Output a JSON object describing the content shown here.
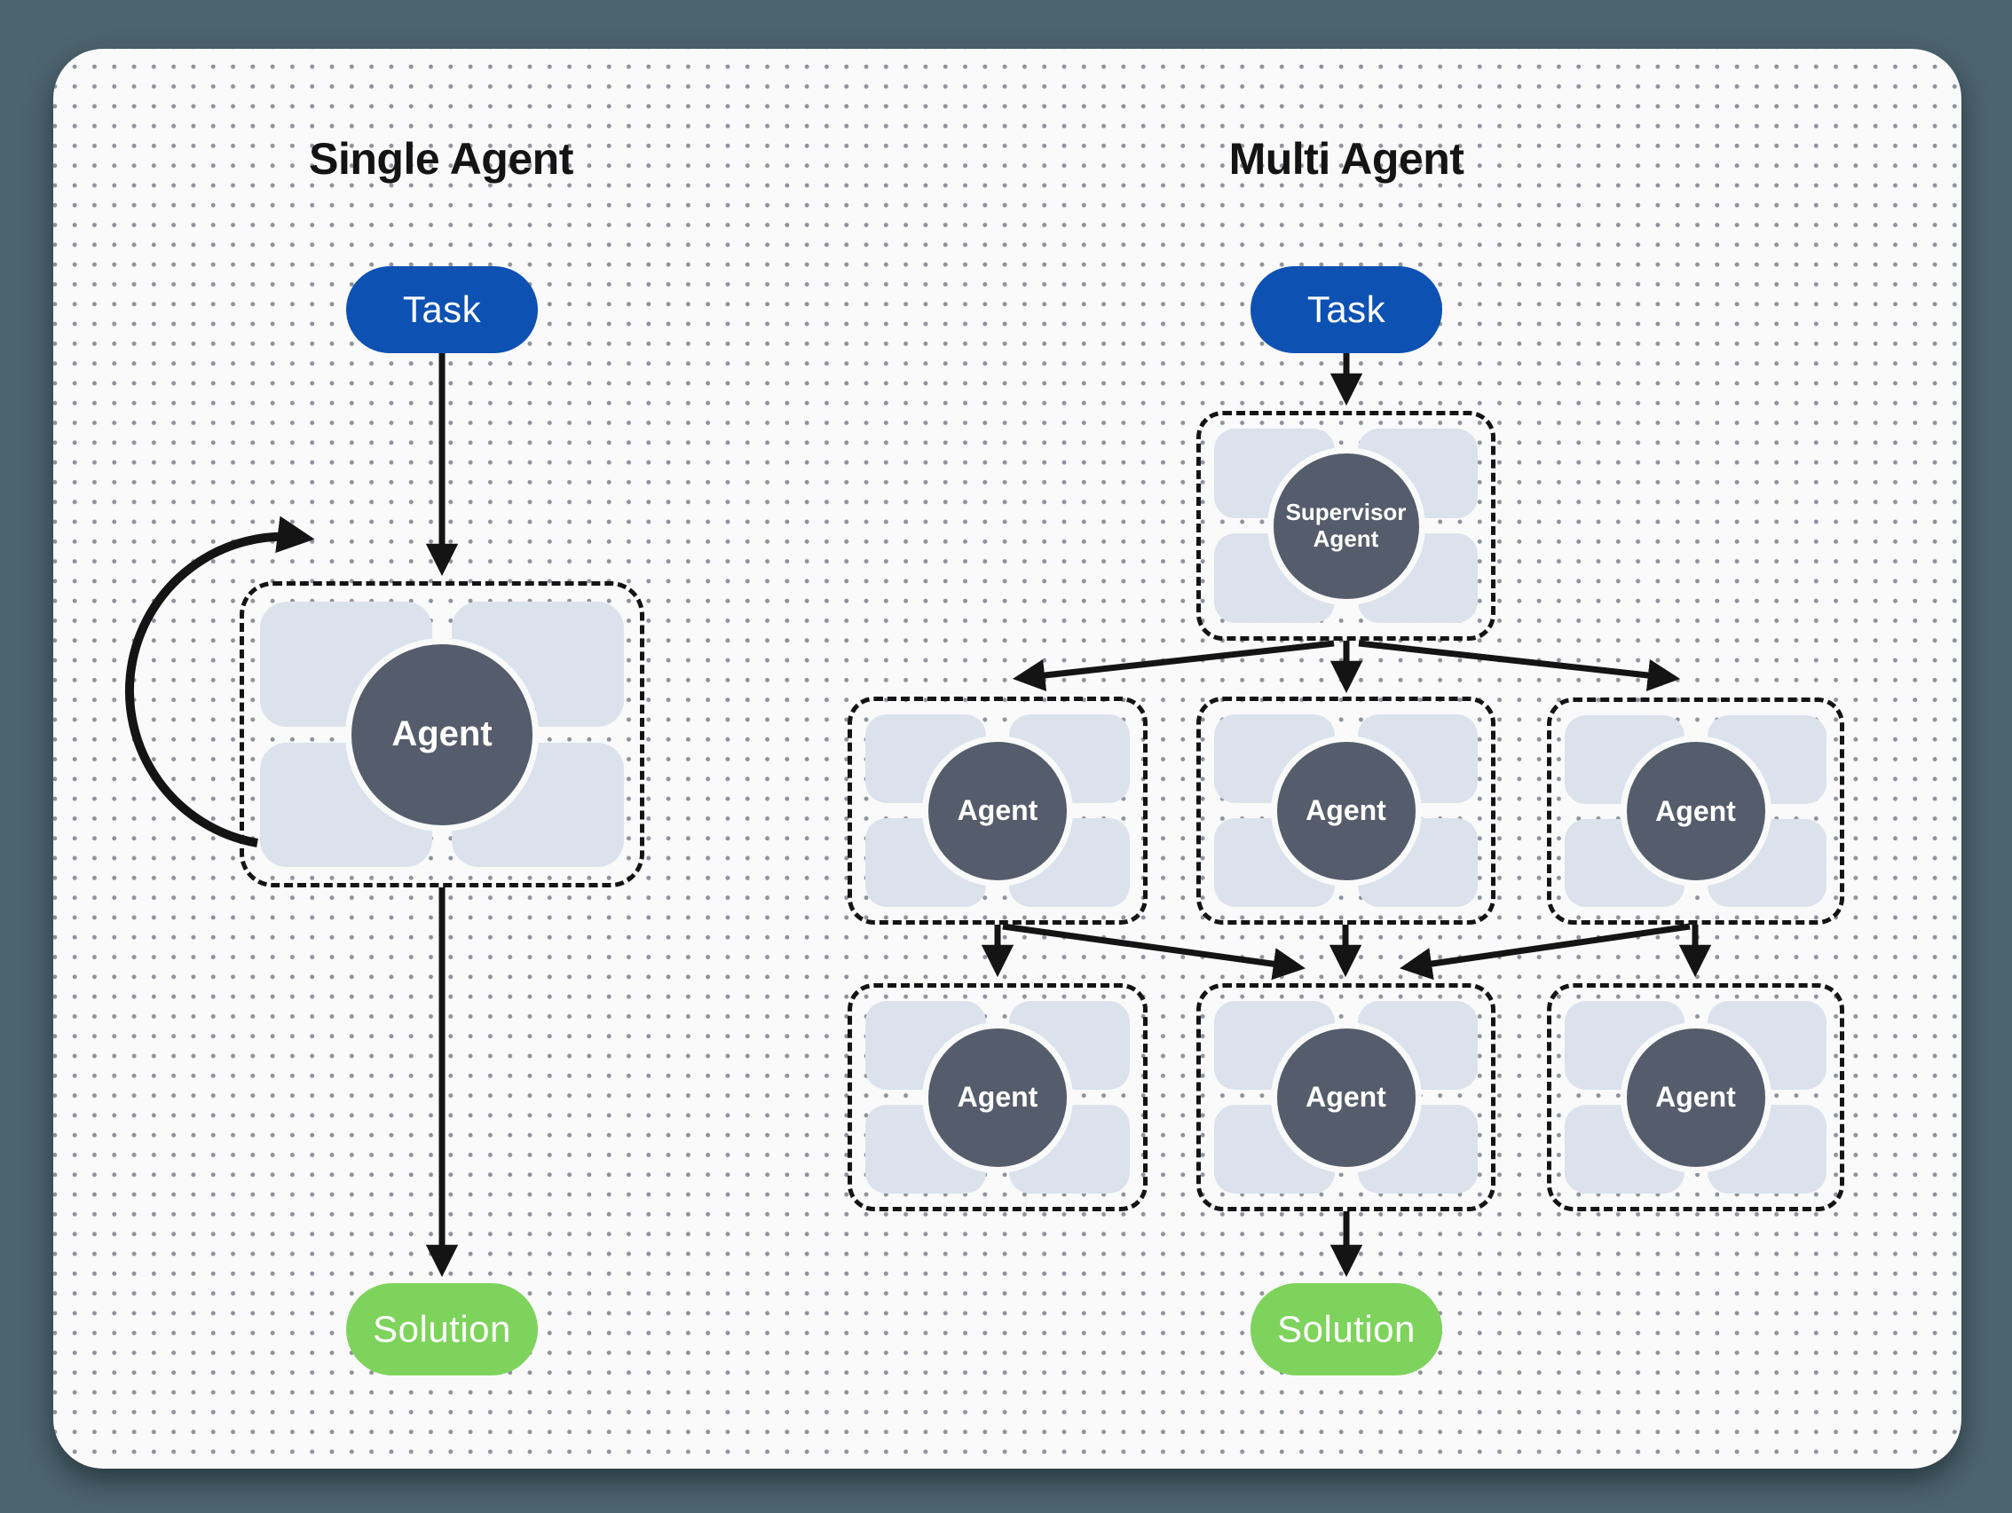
{
  "colors": {
    "outer_bg": "#4C646F",
    "card_bg": "#FAFAFA",
    "dot": "#8D929B",
    "line": "#141414",
    "task_bg": "#0D51B3",
    "solution_bg": "#7ED35C",
    "circle_bg": "#555C6B",
    "module_bg": "#DBE2EC",
    "title_color": "#141414",
    "label_color": "#FFFFFF"
  },
  "single": {
    "title": "Single Agent",
    "task_label": "Task",
    "agent_label": "Agent",
    "solution_label": "Solution"
  },
  "multi": {
    "title": "Multi Agent",
    "task_label": "Task",
    "supervisor_lines": [
      "Supervisor",
      "Agent"
    ],
    "agents": [
      "Agent",
      "Agent",
      "Agent",
      "Agent",
      "Agent",
      "Agent"
    ],
    "solution_label": "Solution"
  }
}
